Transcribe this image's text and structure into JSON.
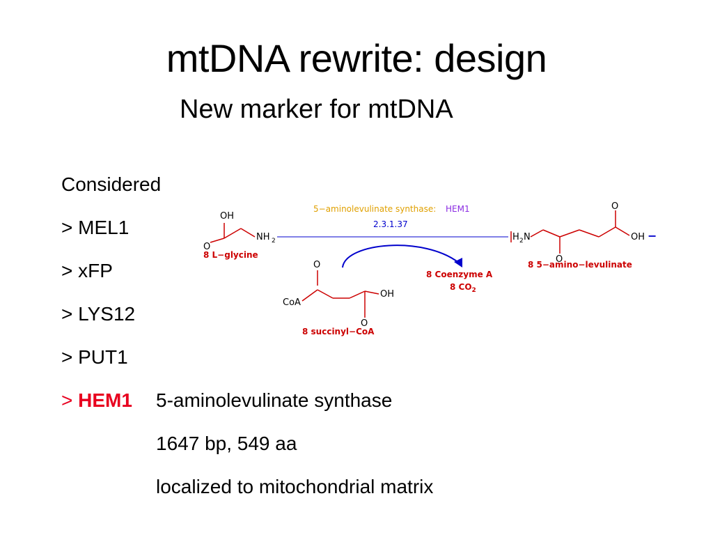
{
  "slide": {
    "title": "mtDNA rewrite: design",
    "subtitle": "New marker for mtDNA"
  },
  "considered": {
    "heading": "Considered",
    "items": [
      "> MEL1",
      "> xFP",
      "> LYS12",
      "> PUT1"
    ],
    "highlight": {
      "prefix": ">",
      "name": "HEM1",
      "description": "5-aminolevulinate synthase",
      "size": "1647 bp, 549 aa",
      "localization": "localized to mitochondrial matrix"
    }
  },
  "pathway": {
    "enzyme_label": "5−aminolevulinate synthase:",
    "enzyme_gene": "HEM1",
    "ec_number": "2.3.1.37",
    "substrate1": "8 L−glycine",
    "substrate2": "8 succinyl−CoA",
    "product": "8 5−amino−levulinate",
    "byproduct1": "8 Coenzyme A",
    "byproduct2": "8 CO",
    "byproduct2_sub": "2",
    "atoms": {
      "oh": "OH",
      "o": "O",
      "nh": "NH",
      "h": "H",
      "n": "N",
      "sub2": "2",
      "coa": "CoA",
      "minus": "−"
    },
    "colors": {
      "enzyme": "#e0a000",
      "gene": "#8a2be2",
      "ec": "#0000cc",
      "arrow": "#0000cc",
      "compound": "#cc0000",
      "bond": "#cc0000"
    }
  }
}
